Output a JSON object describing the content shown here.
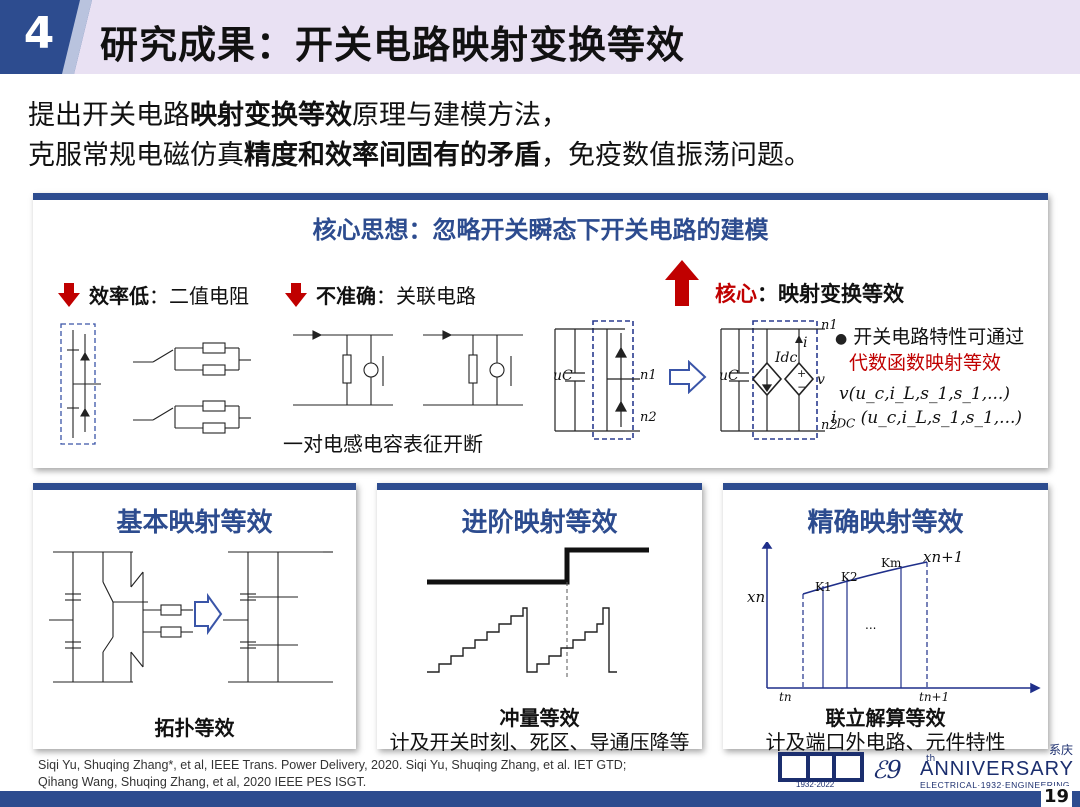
{
  "header": {
    "number": "4",
    "title": "研究成果：开关电路映射变换等效"
  },
  "intro": {
    "line1_pre": "提出开关电路",
    "line1_bold": "映射变换等效",
    "line1_post": "原理与建模方法，",
    "line2_pre": "克服常规电磁仿真",
    "line2_bold": "精度和效率间固有的矛盾",
    "line2_post": "，免疫数值振荡问题。"
  },
  "top_panel": {
    "title": "核心思想：忽略开关瞬态下开关电路的建模",
    "low_eff_bold": "效率低",
    "low_eff_rest": "：二值电阻",
    "inaccurate_bold": "不准确",
    "inaccurate_rest": "：关联电路",
    "core_bold": "核心",
    "core_rest": "：映射变换等效",
    "lc_caption": "一对电感电容表征开断",
    "char_line1": "开关电路特性可通过",
    "char_line2": "代数函数映射等效",
    "formula1": "v(u_c,i_L,s_1,s_1,...)",
    "formula2_prefix": "i",
    "formula2_sub": "DC",
    "formula2_rest": " (u_c,i_L,s_1,s_1,...)",
    "node_n1": "n1",
    "node_n2": "n2",
    "label_uc": "uC",
    "label_idc": "Idc",
    "label_i": "i",
    "label_v": "v"
  },
  "panels": [
    {
      "title": "基本映射等效",
      "caption_bold": "拓扑等效",
      "caption": ""
    },
    {
      "title": "进阶映射等效",
      "caption_bold": "冲量等效",
      "caption": "计及开关时刻、死区、导通压降等"
    },
    {
      "title": "精确映射等效",
      "caption_bold": "联立解算等效",
      "caption": "计及端口外电路、元件特性"
    }
  ],
  "precise_plot": {
    "xn": "xn",
    "xn1": "xn+1",
    "k1": "K1",
    "k2": "K2",
    "km": "Km",
    "dots": "...",
    "tn": "tn",
    "tn1": "tn+1"
  },
  "refs": {
    "line1": "Siqi Yu, Shuqing Zhang*, et al, IEEE Trans. Power Delivery, 2020. Siqi Yu, Shuqing Zhang, et al. IET GTD;",
    "line2": "Qihang Wang, Shuqing Zhang, et al, 2020 IEEE PES ISGT."
  },
  "logo": {
    "anniversary": "ANNIVERSARY",
    "th": "th",
    "years": "1932·2022",
    "sub": "ELECTRICAL·1932·ENGINEERING",
    "dept": "系庆"
  },
  "page_number": "19",
  "colors": {
    "brand_blue": "#2d4c8f",
    "title_bg": "#e9e1f3",
    "accent_red": "#c00000",
    "circuit_blue": "#2a3b8f"
  }
}
